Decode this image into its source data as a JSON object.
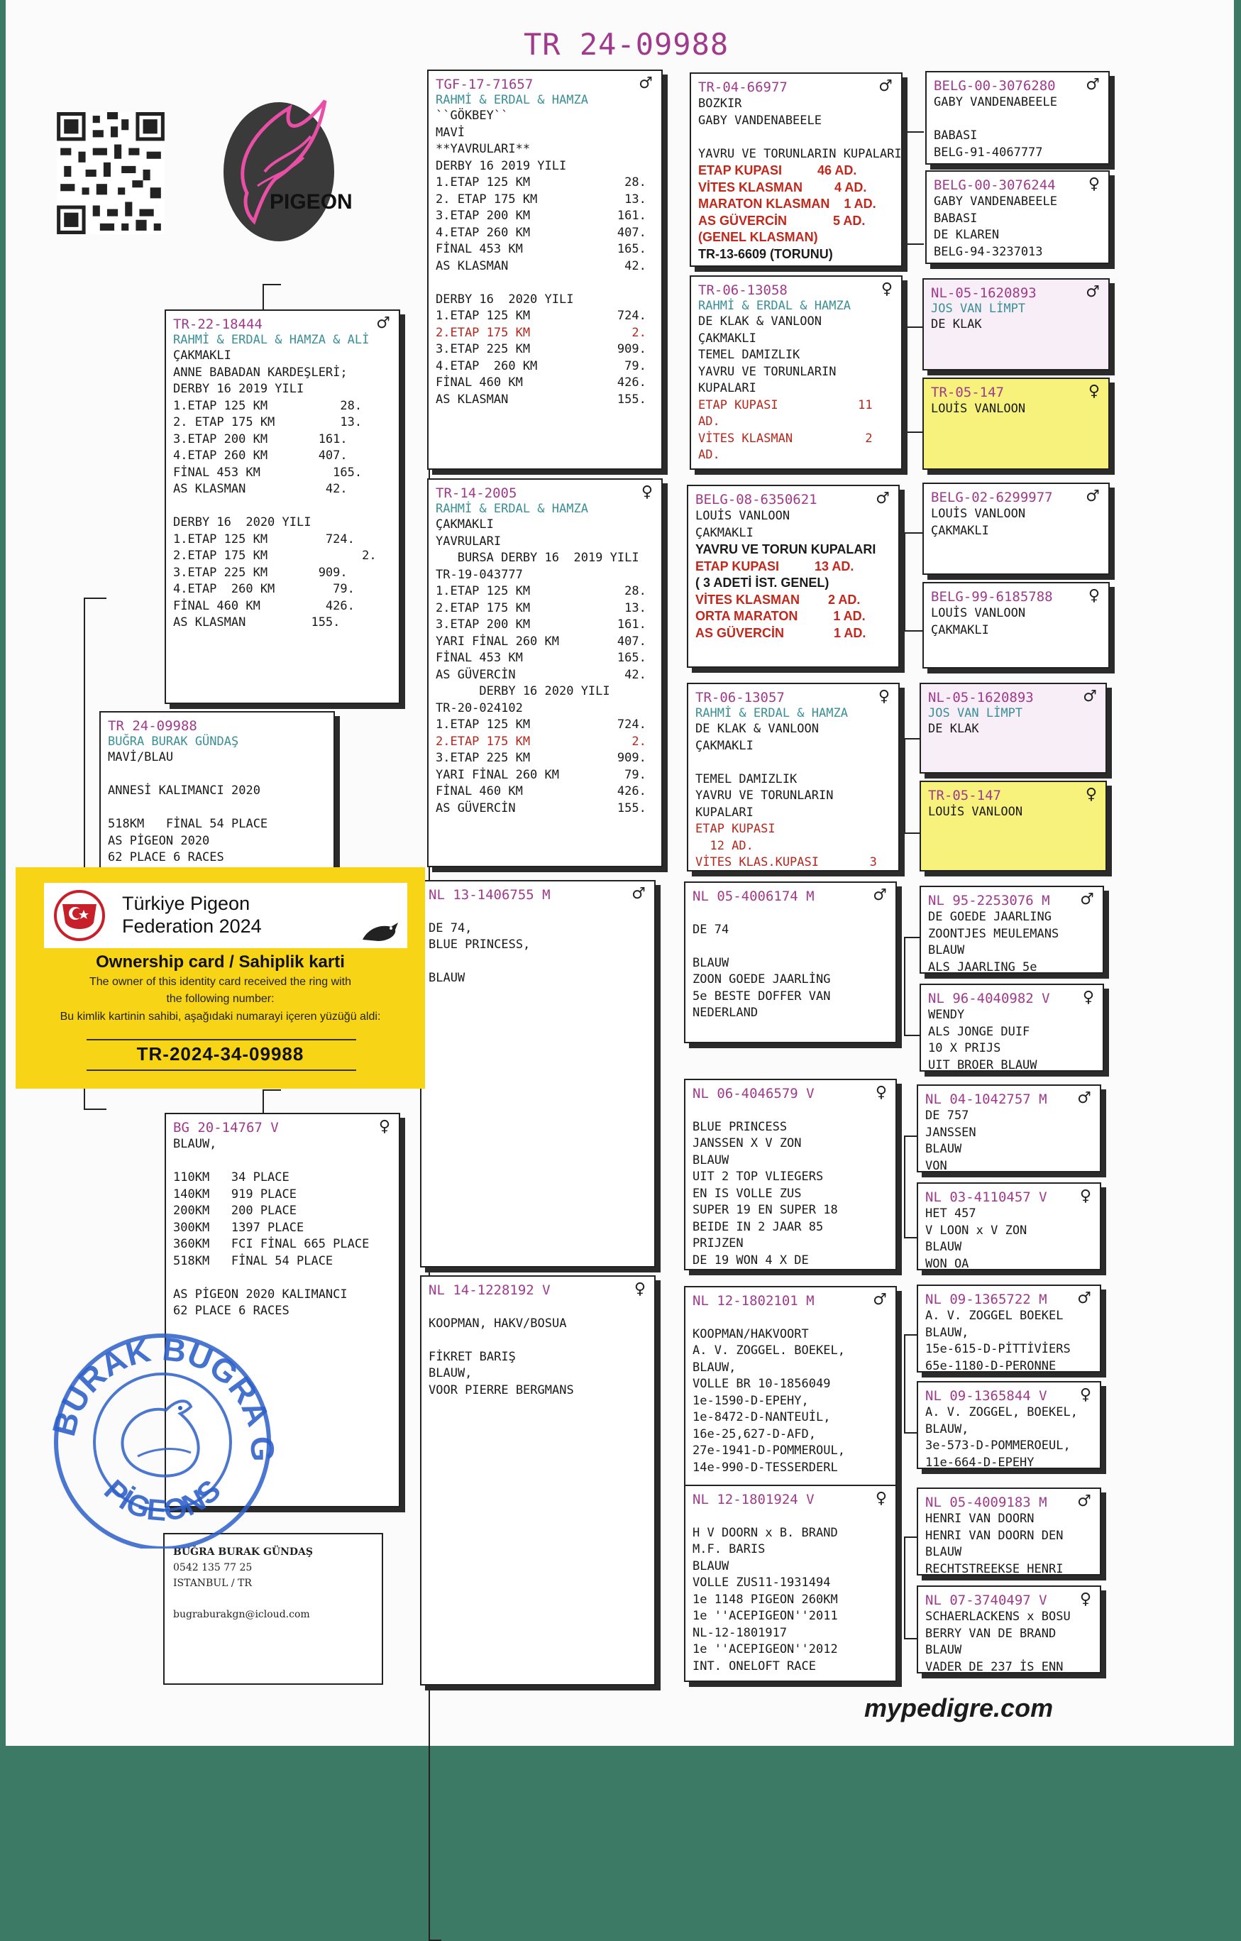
{
  "title": "TR 24-09988",
  "logo_text": "PIGEON",
  "website": "mypedigre.com",
  "card": {
    "title_line1": "Türkiye Pigeon",
    "title_line2": "Federation 2024",
    "heading": "Ownership card / Sahiplik karti",
    "text1": "The owner of this identity card received the ring with",
    "text2": "the following number:",
    "text3": "Bu kimlik kartinin sahibi, aşağıdaki numarayi içeren yüzüğü aldi:",
    "ring": "TR-2024-34-09988"
  },
  "stamp": {
    "top": "BURAK BUGRA GÜNDAS",
    "bottom": "PİGEONS"
  },
  "contact": {
    "name": "BUĞRA BURAK GÜNDAŞ",
    "phone": "0542 135 77 25",
    "city": "ISTANBUL / TR",
    "email": "bugraburakgn@icloud.com"
  },
  "boxes": [
    {
      "ring": "TR 24-09988",
      "sex": "",
      "owner": "BUĞRA BURAK GÜNDAŞ",
      "lines": [
        {
          "t": "MAVİ/BLAU"
        },
        {
          "t": ""
        },
        {
          "t": "ANNESİ KALIMANCI 2020"
        },
        {
          "t": ""
        },
        {
          "t": "518KM   FİNAL 54 PLACE"
        },
        {
          "t": "AS PİGEON 2020"
        },
        {
          "t": "62 PLACE 6 RACES"
        }
      ]
    },
    {
      "ring": "TR-22-18444",
      "sex": "♂",
      "owner": "RAHMİ & ERDAL & HAMZA & ALİ",
      "lines": [
        {
          "t": "ÇAKMAKLI"
        },
        {
          "t": "ANNE BABADAN KARDEŞLERİ;"
        },
        {
          "t": "DERBY 16 2019 YILI"
        },
        {
          "t": "1.ETAP 125 KM          28."
        },
        {
          "t": "2. ETAP 175 KM         13."
        },
        {
          "t": "3.ETAP 200 KM       161."
        },
        {
          "t": "4.ETAP 260 KM       407."
        },
        {
          "t": "FİNAL 453 KM          165."
        },
        {
          "t": "AS KLASMAN           42."
        },
        {
          "t": ""
        },
        {
          "t": "DERBY 16  2020 YILI"
        },
        {
          "t": "1.ETAP 125 KM        724."
        },
        {
          "t": "2.ETAP 175 KM             2."
        },
        {
          "t": "3.ETAP 225 KM       909."
        },
        {
          "t": "4.ETAP  260 KM        79."
        },
        {
          "t": "FİNAL 460 KM         426."
        },
        {
          "t": "AS KLASMAN         155."
        }
      ]
    },
    {
      "ring": "BG 20-14767 V",
      "sex": "♀",
      "owner": "",
      "lines": [
        {
          "t": "BLAUW,"
        },
        {
          "t": ""
        },
        {
          "t": "110KM   34 PLACE"
        },
        {
          "t": "140KM   919 PLACE"
        },
        {
          "t": "200KM   200 PLACE"
        },
        {
          "t": "300KM   1397 PLACE"
        },
        {
          "t": "360KM   FCI FİNAL 665 PLACE"
        },
        {
          "t": "518KM   FİNAL 54 PLACE"
        },
        {
          "t": ""
        },
        {
          "t": "AS PİGEON 2020 KALIMANCI"
        },
        {
          "t": "62 PLACE 6 RACES"
        }
      ]
    },
    {
      "ring": "TGF-17-71657",
      "sex": "♂",
      "owner": "RAHMİ & ERDAL & HAMZA",
      "lines": [
        {
          "t": "``GÖKBEY``",
          "pre": true
        },
        {
          "t": "MAVİ"
        },
        {
          "t": "**YAVRULARI**"
        },
        {
          "t": "DERBY 16 2019 YILI"
        },
        {
          "t": "1.ETAP 125 KM             28."
        },
        {
          "t": "2. ETAP 175 KM            13."
        },
        {
          "t": "3.ETAP 200 KM            161."
        },
        {
          "t": "4.ETAP 260 KM            407."
        },
        {
          "t": "FİNAL 453 KM             165."
        },
        {
          "t": "AS KLASMAN                42."
        },
        {
          "t": ""
        },
        {
          "t": "DERBY 16  2020 YILI"
        },
        {
          "t": "1.ETAP 125 KM            724."
        },
        {
          "t": "2.ETAP 175 KM              2.",
          "c": "red"
        },
        {
          "t": "3.ETAP 225 KM            909."
        },
        {
          "t": "4.ETAP  260 KM            79."
        },
        {
          "t": "FİNAL 460 KM             426."
        },
        {
          "t": "AS KLASMAN               155."
        }
      ]
    },
    {
      "ring": "TR-14-2005",
      "sex": "♀",
      "owner": "RAHMİ & ERDAL & HAMZA",
      "lines": [
        {
          "t": "ÇAKMAKLI"
        },
        {
          "t": "YAVRULARI"
        },
        {
          "t": "   BURSA DERBY 16  2019 YILI"
        },
        {
          "t": "TR-19-043777"
        },
        {
          "t": "1.ETAP 125 KM             28."
        },
        {
          "t": "2.ETAP 175 KM             13."
        },
        {
          "t": "3.ETAP 200 KM            161."
        },
        {
          "t": "YARI FİNAL 260 KM        407."
        },
        {
          "t": "FİNAL 453 KM             165."
        },
        {
          "t": "AS GÜVERCİN               42."
        },
        {
          "t": "      DERBY 16 2020 YILI"
        },
        {
          "t": "TR-20-024102"
        },
        {
          "t": "1.ETAP 125 KM            724."
        },
        {
          "t": "2.ETAP 175 KM              2.",
          "c": "red"
        },
        {
          "t": "3.ETAP 225 KM            909."
        },
        {
          "t": "YARI FİNAL 260 KM         79."
        },
        {
          "t": "FİNAL 460 KM             426."
        },
        {
          "t": "AS GÜVERCİN              155."
        }
      ]
    },
    {
      "ring": "NL 13-1406755 M",
      "sex": "♂",
      "owner": "",
      "lines": [
        {
          "t": ""
        },
        {
          "t": "DE 74,"
        },
        {
          "t": "BLUE PRINCESS,"
        },
        {
          "t": ""
        },
        {
          "t": "BLAUW"
        }
      ]
    },
    {
      "ring": "NL 14-1228192 V",
      "sex": "♀",
      "owner": "",
      "lines": [
        {
          "t": ""
        },
        {
          "t": "KOOPMAN, HAKV/BOSUA"
        },
        {
          "t": ""
        },
        {
          "t": "FİKRET BARIŞ"
        },
        {
          "t": "BLAUW,"
        },
        {
          "t": "VOOR PIERRE BERGMANS"
        }
      ]
    },
    {
      "ring": "TR-04-66977",
      "sex": "♂",
      "owner": "",
      "lines": [
        {
          "t": "BOZKIR"
        },
        {
          "t": "GABY VANDENABEELE"
        },
        {
          "t": ""
        },
        {
          "t": "YAVRU VE TORUNLARIN KUPALARI"
        },
        {
          "t": "ETAP KUPASI          46 AD.",
          "c": "bold red"
        },
        {
          "t": "VİTES KLASMAN         4 AD.",
          "c": "bold red"
        },
        {
          "t": "MARATON KLASMAN    1 AD.",
          "c": "bold red"
        },
        {
          "t": "AS GÜVERCİN             5 AD.",
          "c": "bold red"
        },
        {
          "t": "(GENEL KLASMAN)",
          "c": "bold red"
        },
        {
          "t": "TR-13-6609 (TORUNU)",
          "c": "bold"
        }
      ]
    },
    {
      "ring": "TR-06-13058",
      "sex": "♀",
      "owner": "RAHMİ & ERDAL & HAMZA",
      "lines": [
        {
          "t": "DE KLAK & VANLOON"
        },
        {
          "t": "ÇAKMAKLI"
        },
        {
          "t": "TEMEL DAMIZLIK"
        },
        {
          "t": "YAVRU VE TORUNLARIN"
        },
        {
          "t": "KUPALARI"
        },
        {
          "t": "ETAP KUPASI           11",
          "c": "red"
        },
        {
          "t": "AD.",
          "c": "red"
        },
        {
          "t": "VİTES KLASMAN          2",
          "c": "red"
        },
        {
          "t": "AD.",
          "c": "red"
        }
      ]
    },
    {
      "ring": "BELG-08-6350621",
      "sex": "♂",
      "owner": "",
      "lines": [
        {
          "t": "LOUİS VANLOON"
        },
        {
          "t": "ÇAKMAKLI"
        },
        {
          "t": "YAVRU VE TORUN KUPALARI",
          "c": "bold"
        },
        {
          "t": "ETAP KUPASI          13 AD.",
          "c": "bold red"
        },
        {
          "t": "( 3 ADETİ İST. GENEL)",
          "c": "bold"
        },
        {
          "t": "VİTES KLASMAN        2 AD.",
          "c": "bold red"
        },
        {
          "t": "ORTA MARATON          1 AD.",
          "c": "bold red"
        },
        {
          "t": "AS GÜVERCİN              1 AD.",
          "c": "bold red"
        }
      ]
    },
    {
      "ring": "TR-06-13057",
      "sex": "♀",
      "owner": "RAHMİ & ERDAL & HAMZA",
      "lines": [
        {
          "t": "DE KLAK & VANLOON"
        },
        {
          "t": "ÇAKMAKLI"
        },
        {
          "t": ""
        },
        {
          "t": "TEMEL DAMIZLIK"
        },
        {
          "t": "YAVRU VE TORUNLARIN"
        },
        {
          "t": "KUPALARI"
        },
        {
          "t": "ETAP KUPASI",
          "c": "red"
        },
        {
          "t": "  12 AD.",
          "c": "red"
        },
        {
          "t": "VİTES KLAS.KUPASI       3",
          "c": "red"
        }
      ]
    },
    {
      "ring": "NL 05-4006174 M",
      "sex": "♂",
      "owner": "",
      "lines": [
        {
          "t": ""
        },
        {
          "t": "DE 74"
        },
        {
          "t": ""
        },
        {
          "t": "BLAUW"
        },
        {
          "t": "ZOON GOEDE JAARLİNG"
        },
        {
          "t": "5e BESTE DOFFER VAN"
        },
        {
          "t": "NEDERLAND"
        }
      ]
    },
    {
      "ring": "NL 06-4046579 V",
      "sex": "♀",
      "owner": "",
      "lines": [
        {
          "t": ""
        },
        {
          "t": "BLUE PRINCESS"
        },
        {
          "t": "JANSSEN X V ZON"
        },
        {
          "t": "BLAUW"
        },
        {
          "t": "UIT 2 TOP VLIEGERS"
        },
        {
          "t": "EN IS VOLLE ZUS"
        },
        {
          "t": "SUPER 19 EN SUPER 18"
        },
        {
          "t": "BEIDE IN 2 JAAR 85"
        },
        {
          "t": "PRIJZEN"
        },
        {
          "t": "DE 19 WON 4 X DE"
        }
      ]
    },
    {
      "ring": "NL 12-1802101 M",
      "sex": "♂",
      "owner": "",
      "lines": [
        {
          "t": ""
        },
        {
          "t": "KOOPMAN/HAKVOORT"
        },
        {
          "t": "A. V. ZOGGEL. BOEKEL,"
        },
        {
          "t": "BLAUW,"
        },
        {
          "t": "VOLLE BR 10-1856049"
        },
        {
          "t": "1e-1590-D-EPEHY,"
        },
        {
          "t": "1e-8472-D-NANTEUİL,"
        },
        {
          "t": "16e-25,627-D-AFD,"
        },
        {
          "t": "27e-1941-D-POMMEROUL,"
        },
        {
          "t": "14e-990-D-TESSERDERL"
        }
      ]
    },
    {
      "ring": "NL 12-1801924 V",
      "sex": "♀",
      "owner": "",
      "lines": [
        {
          "t": ""
        },
        {
          "t": "H V DOORN x B. BRAND"
        },
        {
          "t": "M.F. BARIS"
        },
        {
          "t": "BLAUW"
        },
        {
          "t": "VOLLE ZUS11-1931494"
        },
        {
          "t": "1e 1148 PIGEON 260KM"
        },
        {
          "t": "1e ''ACEPIGEON''2011"
        },
        {
          "t": "NL-12-1801917"
        },
        {
          "t": "1e ''ACEPIGEON''2012"
        },
        {
          "t": "INT. ONELOFT RACE"
        }
      ]
    },
    {
      "ring": "BELG-00-3076280",
      "sex": "♂",
      "owner": "",
      "lines": [
        {
          "t": "GABY VANDENABEELE"
        },
        {
          "t": ""
        },
        {
          "t": "BABASI"
        },
        {
          "t": "BELG-91-4067777"
        }
      ]
    },
    {
      "ring": "BELG-00-3076244",
      "sex": "♀",
      "owner": "",
      "lines": [
        {
          "t": "GABY VANDENABEELE"
        },
        {
          "t": "BABASI"
        },
        {
          "t": "DE KLAREN"
        },
        {
          "t": "BELG-94-3237013"
        }
      ]
    },
    {
      "ring": "NL-05-1620893",
      "sex": "♂",
      "owner": "JOS VAN LİMPT",
      "lines": [
        {
          "t": "DE KLAK"
        }
      ]
    },
    {
      "ring": "TR-05-147",
      "sex": "♀",
      "owner": "",
      "lines": [
        {
          "t": "LOUİS VANLOON"
        }
      ]
    },
    {
      "ring": "BELG-02-6299977",
      "sex": "♂",
      "owner": "",
      "lines": [
        {
          "t": "LOUİS VANLOON"
        },
        {
          "t": "ÇAKMAKLI"
        }
      ]
    },
    {
      "ring": "BELG-99-6185788",
      "sex": "♀",
      "owner": "",
      "lines": [
        {
          "t": "LOUİS VANLOON"
        },
        {
          "t": "ÇAKMAKLI"
        }
      ]
    },
    {
      "ring": "NL-05-1620893",
      "sex": "♂",
      "owner": "JOS VAN LİMPT",
      "lines": [
        {
          "t": "DE KLAK"
        }
      ]
    },
    {
      "ring": "TR-05-147",
      "sex": "♀",
      "owner": "",
      "lines": [
        {
          "t": "LOUİS VANLOON"
        }
      ]
    },
    {
      "ring": "NL 95-2253076 M",
      "sex": "♂",
      "owner": "",
      "lines": [
        {
          "t": "DE GOEDE JAARLING"
        },
        {
          "t": "ZOONTJES MEULEMANS"
        },
        {
          "t": "BLAUW"
        },
        {
          "t": "ALS JAARLING 5e"
        }
      ]
    },
    {
      "ring": "NL 96-4040982 V",
      "sex": "♀",
      "owner": "",
      "lines": [
        {
          "t": "WENDY"
        },
        {
          "t": "ALS JONGE DUIF"
        },
        {
          "t": "10 X PRIJS"
        },
        {
          "t": "UIT BROER BLAUW"
        }
      ]
    },
    {
      "ring": "NL 04-1042757 M",
      "sex": "♂",
      "owner": "",
      "lines": [
        {
          "t": "DE 757"
        },
        {
          "t": "JANSSEN"
        },
        {
          "t": "BLAUW"
        },
        {
          "t": "VON"
        }
      ]
    },
    {
      "ring": "NL 03-4110457 V",
      "sex": "♀",
      "owner": "",
      "lines": [
        {
          "t": "HET 457"
        },
        {
          "t": "V LOON x V ZON"
        },
        {
          "t": "BLAUW"
        },
        {
          "t": "WON OA"
        }
      ]
    },
    {
      "ring": "NL 09-1365722 M",
      "sex": "♂",
      "owner": "",
      "lines": [
        {
          "t": "A. V. ZOGGEL BOEKEL"
        },
        {
          "t": "BLAUW,"
        },
        {
          "t": "15e-615-D-PİTTİVİERS"
        },
        {
          "t": "65e-1180-D-PERONNE"
        }
      ]
    },
    {
      "ring": "NL 09-1365844 V",
      "sex": "♀",
      "owner": "",
      "lines": [
        {
          "t": "A. V. ZOGGEL, BOEKEL,"
        },
        {
          "t": "BLAUW,"
        },
        {
          "t": "3e-573-D-POMMEROEUL,"
        },
        {
          "t": "11e-664-D-EPEHY"
        }
      ]
    },
    {
      "ring": "NL 05-4009183 M",
      "sex": "♂",
      "owner": "",
      "lines": [
        {
          "t": "HENRI VAN DOORN"
        },
        {
          "t": "HENRI VAN DOORN DEN"
        },
        {
          "t": "BLAUW"
        },
        {
          "t": "RECHTSTREEKSE HENRI"
        }
      ]
    },
    {
      "ring": "NL 07-3740497 V",
      "sex": "♀",
      "owner": "",
      "lines": [
        {
          "t": "SCHAERLACKENS x BOSU"
        },
        {
          "t": "BERRY VAN DE BRAND"
        },
        {
          "t": "BLAUW"
        },
        {
          "t": "VADER DE 237 İS ENN"
        }
      ]
    }
  ]
}
